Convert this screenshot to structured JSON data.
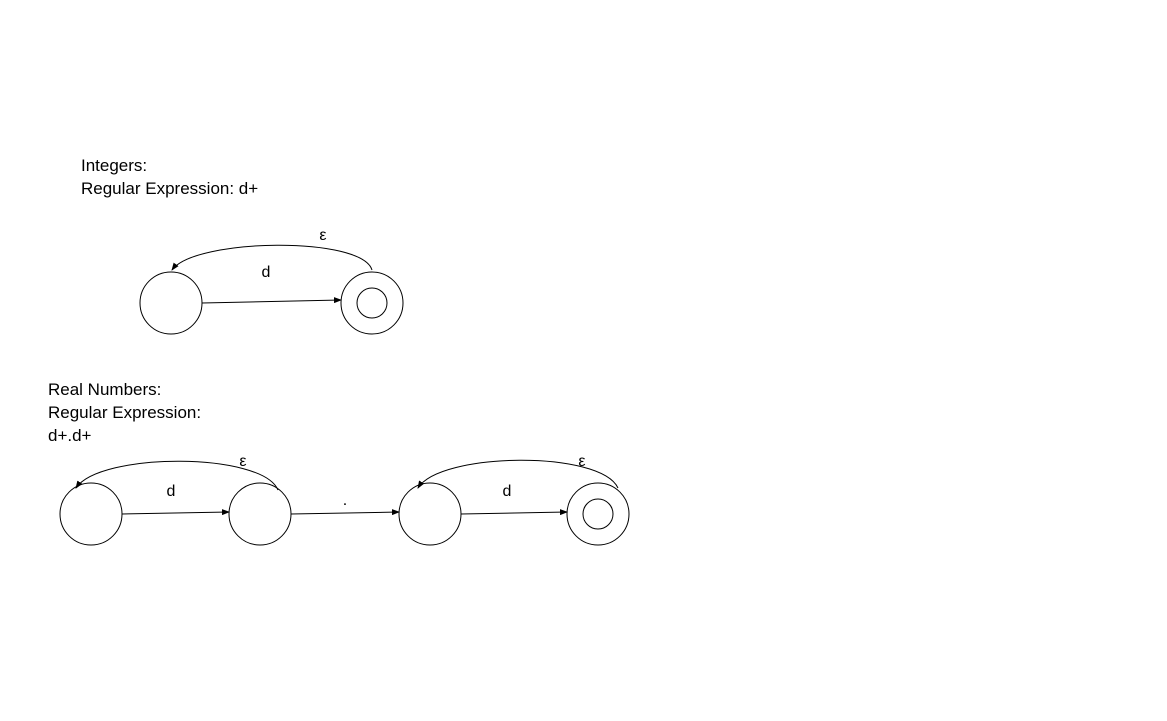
{
  "integers": {
    "heading": "Integers:",
    "regex_line": "Regular Expression: d+",
    "epsilon_label": "ε",
    "edge_label": "d"
  },
  "real_numbers": {
    "heading": "Real Numbers:",
    "regex_label": "Regular Expression:",
    "regex_value": "d+.d+",
    "epsilon_label_1": "ε",
    "epsilon_label_2": "ε",
    "edge_label_1": "d",
    "edge_label_dot": ".",
    "edge_label_2": "d"
  }
}
